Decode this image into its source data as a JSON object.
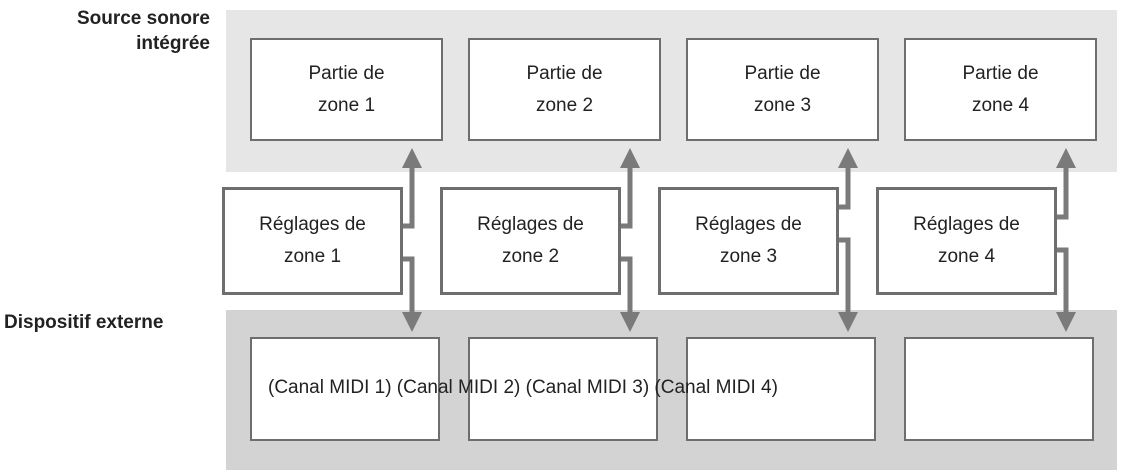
{
  "labels": {
    "source": "Source sonore intégrée",
    "external": "Dispositif externe"
  },
  "parts": [
    {
      "line1": "Partie de",
      "line2": "zone 1"
    },
    {
      "line1": "Partie de",
      "line2": "zone 2"
    },
    {
      "line1": "Partie de",
      "line2": "zone 3"
    },
    {
      "line1": "Partie de",
      "line2": "zone 4"
    }
  ],
  "zones": [
    {
      "line1": "Réglages de",
      "line2": "zone 1"
    },
    {
      "line1": "Réglages de",
      "line2": "zone 2"
    },
    {
      "line1": "Réglages de",
      "line2": "zone 3"
    },
    {
      "line1": "Réglages de",
      "line2": "zone 4"
    }
  ],
  "external_channels": "(Canal MIDI 1) (Canal MIDI 2) (Canal MIDI 3) (Canal MIDI 4)",
  "colors": {
    "band_top": "#e6e6e6",
    "band_bottom": "#d3d3d3",
    "arrow": "#7a7a7a",
    "border": "#6e6e6e"
  }
}
